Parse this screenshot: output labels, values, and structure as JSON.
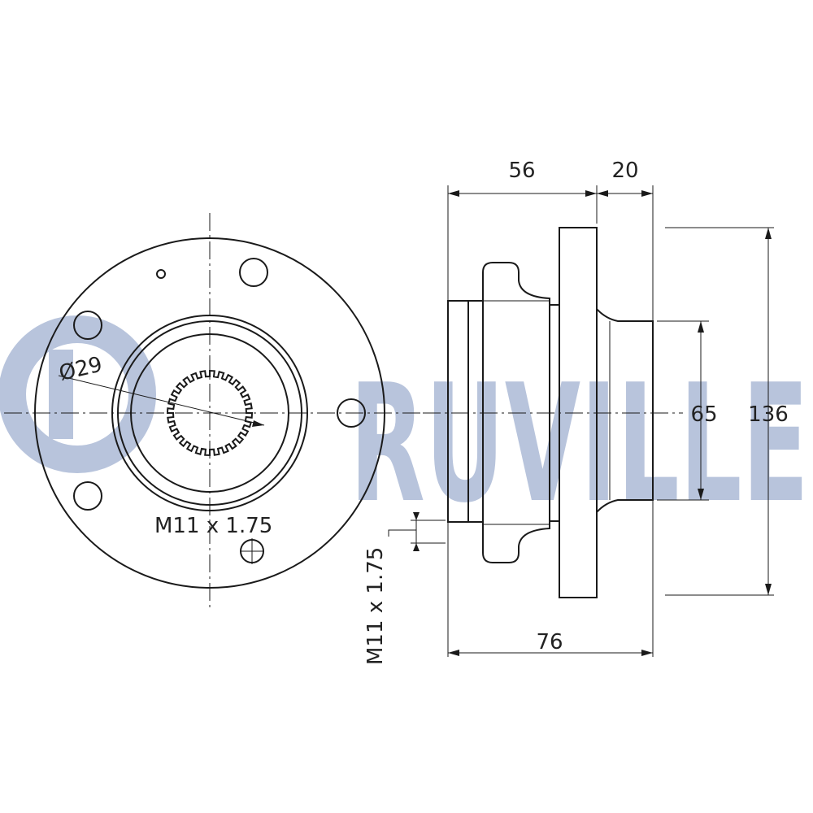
{
  "brand": {
    "text": "RUVILLE",
    "color": "#b8c4dc"
  },
  "colors": {
    "line": "#1a1a1a",
    "text": "#222222"
  },
  "front_view": {
    "bore_label": "Ø29",
    "thread_label": "M11 x 1.75"
  },
  "side_view": {
    "dim_width_inner": "56",
    "dim_width_outer": "20",
    "dim_total_length": "76",
    "dim_spigot_diameter": "65",
    "dim_flange_diameter": "136",
    "thread_label": "M11 x 1.75"
  }
}
